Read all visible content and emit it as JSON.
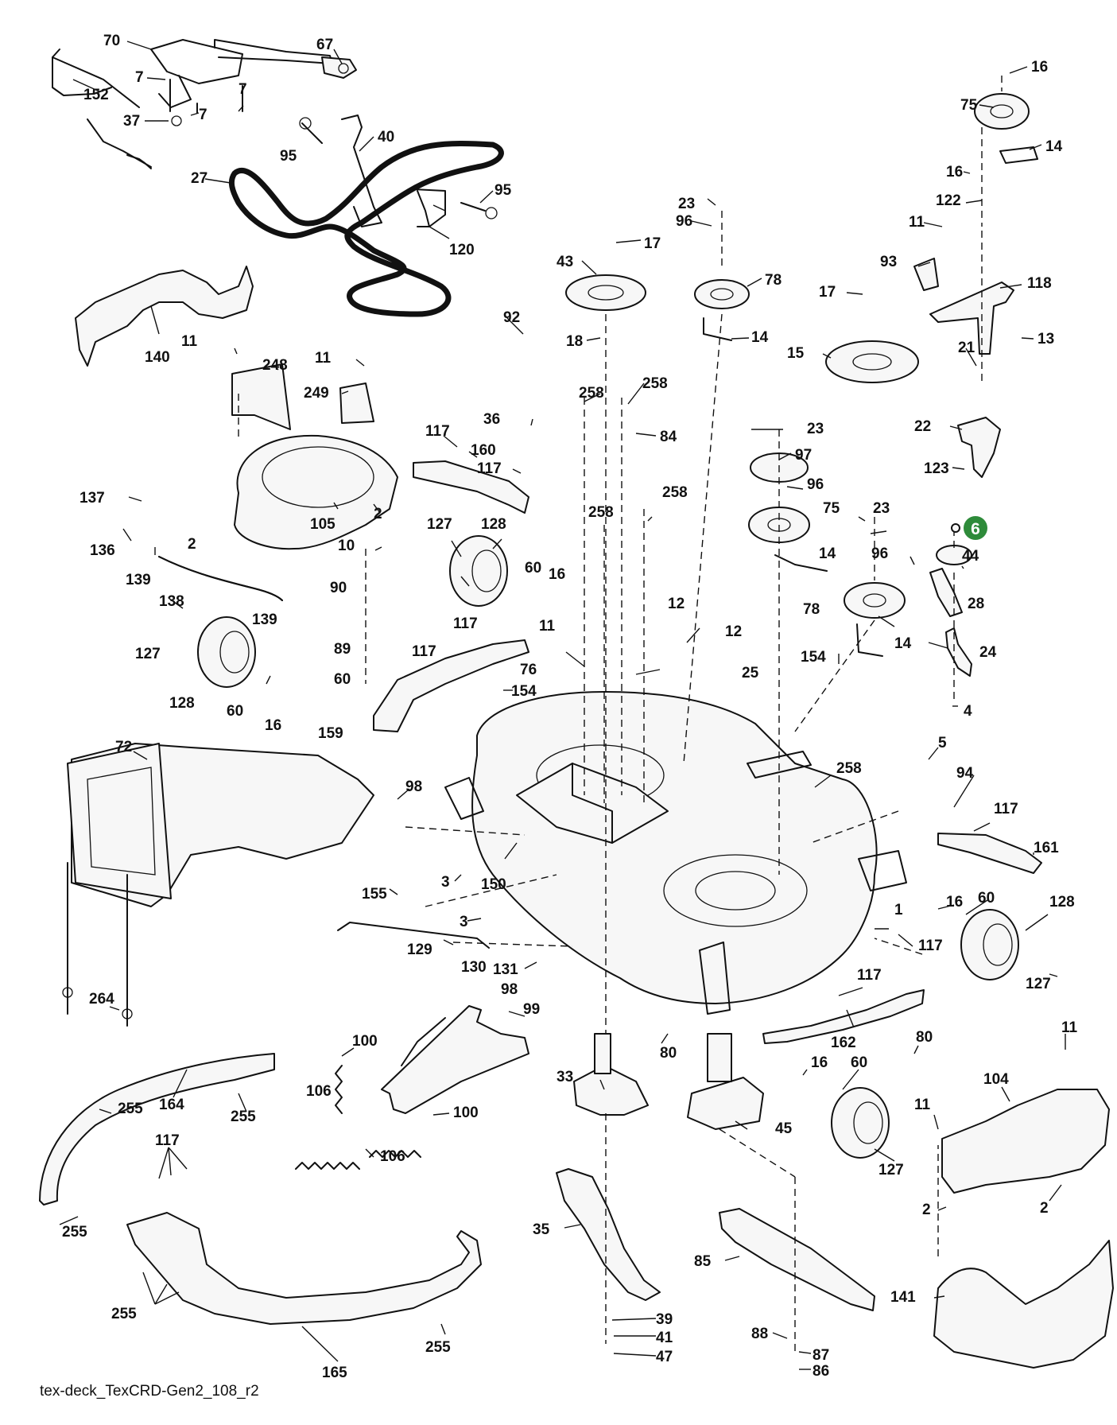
{
  "diagram_id": "tex-deck_TexCRD-Gen2_108_r2",
  "highlight": {
    "label": "6",
    "color": "#2e8b3a"
  },
  "parts": [
    {
      "id": "p70",
      "label": "70"
    },
    {
      "id": "p67",
      "label": "67"
    },
    {
      "id": "p7a",
      "label": "7"
    },
    {
      "id": "p7b",
      "label": "7"
    },
    {
      "id": "p7c",
      "label": "7"
    },
    {
      "id": "p152",
      "label": "152"
    },
    {
      "id": "p37",
      "label": "37"
    },
    {
      "id": "p95a",
      "label": "95"
    },
    {
      "id": "p40",
      "label": "40"
    },
    {
      "id": "p27",
      "label": "27"
    },
    {
      "id": "p95b",
      "label": "95"
    },
    {
      "id": "p120",
      "label": "120"
    },
    {
      "id": "p16a",
      "label": "16"
    },
    {
      "id": "p75a",
      "label": "75"
    },
    {
      "id": "p14a",
      "label": "14"
    },
    {
      "id": "p16b",
      "label": "16"
    },
    {
      "id": "p122",
      "label": "122"
    },
    {
      "id": "p11a",
      "label": "11"
    },
    {
      "id": "p93",
      "label": "93"
    },
    {
      "id": "p118",
      "label": "118"
    },
    {
      "id": "p23a",
      "label": "23"
    },
    {
      "id": "p17a",
      "label": "17"
    },
    {
      "id": "p43",
      "label": "43"
    },
    {
      "id": "p96a",
      "label": "96"
    },
    {
      "id": "p78a",
      "label": "78"
    },
    {
      "id": "p17b",
      "label": "17"
    },
    {
      "id": "p13",
      "label": "13"
    },
    {
      "id": "p140",
      "label": "140"
    },
    {
      "id": "p92",
      "label": "92"
    },
    {
      "id": "p18",
      "label": "18"
    },
    {
      "id": "p14b",
      "label": "14"
    },
    {
      "id": "p15",
      "label": "15"
    },
    {
      "id": "p21",
      "label": "21"
    },
    {
      "id": "p11b",
      "label": "11"
    },
    {
      "id": "p248",
      "label": "248"
    },
    {
      "id": "p11c",
      "label": "11"
    },
    {
      "id": "p249",
      "label": "249"
    },
    {
      "id": "p258a",
      "label": "258"
    },
    {
      "id": "p258b",
      "label": "258"
    },
    {
      "id": "p36",
      "label": "36"
    },
    {
      "id": "p84",
      "label": "84"
    },
    {
      "id": "p23b",
      "label": "23"
    },
    {
      "id": "p22",
      "label": "22"
    },
    {
      "id": "p117a",
      "label": "117"
    },
    {
      "id": "p160",
      "label": "160"
    },
    {
      "id": "p117b",
      "label": "117"
    },
    {
      "id": "p97",
      "label": "97"
    },
    {
      "id": "p123",
      "label": "123"
    },
    {
      "id": "p137",
      "label": "137"
    },
    {
      "id": "p105",
      "label": "105"
    },
    {
      "id": "p2a",
      "label": "2"
    },
    {
      "id": "p96b",
      "label": "96"
    },
    {
      "id": "p136",
      "label": "136"
    },
    {
      "id": "p258c",
      "label": "258"
    },
    {
      "id": "p258d",
      "label": "258"
    },
    {
      "id": "p75b",
      "label": "75"
    },
    {
      "id": "p23c",
      "label": "23"
    },
    {
      "id": "p127a",
      "label": "127"
    },
    {
      "id": "p128a",
      "label": "128"
    },
    {
      "id": "p139a",
      "label": "139"
    },
    {
      "id": "p2b",
      "label": "2"
    },
    {
      "id": "p10",
      "label": "10"
    },
    {
      "id": "p14c",
      "label": "14"
    },
    {
      "id": "p96c",
      "label": "96"
    },
    {
      "id": "p44",
      "label": "44"
    },
    {
      "id": "p60a",
      "label": "60"
    },
    {
      "id": "p16c",
      "label": "16"
    },
    {
      "id": "p90",
      "label": "90"
    },
    {
      "id": "p138",
      "label": "138"
    },
    {
      "id": "p139b",
      "label": "139"
    },
    {
      "id": "p12a",
      "label": "12"
    },
    {
      "id": "p28",
      "label": "28"
    },
    {
      "id": "p78b",
      "label": "78"
    },
    {
      "id": "p117c",
      "label": "117"
    },
    {
      "id": "p11d",
      "label": "11"
    },
    {
      "id": "p12b",
      "label": "12"
    },
    {
      "id": "p127b",
      "label": "127"
    },
    {
      "id": "p89",
      "label": "89"
    },
    {
      "id": "p117d",
      "label": "117"
    },
    {
      "id": "p14d",
      "label": "14"
    },
    {
      "id": "p24",
      "label": "24"
    },
    {
      "id": "p25",
      "label": "25"
    },
    {
      "id": "p76",
      "label": "76"
    },
    {
      "id": "p154a",
      "label": "154"
    },
    {
      "id": "p60b",
      "label": "60"
    },
    {
      "id": "p154b",
      "label": "154"
    },
    {
      "id": "p128b",
      "label": "128"
    },
    {
      "id": "p60c",
      "label": "60"
    },
    {
      "id": "p16d",
      "label": "16"
    },
    {
      "id": "p159",
      "label": "159"
    },
    {
      "id": "p4",
      "label": "4"
    },
    {
      "id": "p72",
      "label": "72"
    },
    {
      "id": "p5",
      "label": "5"
    },
    {
      "id": "p258e",
      "label": "258"
    },
    {
      "id": "p94",
      "label": "94"
    },
    {
      "id": "p98a",
      "label": "98"
    },
    {
      "id": "p117e",
      "label": "117"
    },
    {
      "id": "p161",
      "label": "161"
    },
    {
      "id": "p3a",
      "label": "3"
    },
    {
      "id": "p150",
      "label": "150"
    },
    {
      "id": "p155",
      "label": "155"
    },
    {
      "id": "p16e",
      "label": "16"
    },
    {
      "id": "p60d",
      "label": "60"
    },
    {
      "id": "p128c",
      "label": "128"
    },
    {
      "id": "p3b",
      "label": "3"
    },
    {
      "id": "p1",
      "label": "1"
    },
    {
      "id": "p129",
      "label": "129"
    },
    {
      "id": "p117f",
      "label": "117"
    },
    {
      "id": "p130",
      "label": "130"
    },
    {
      "id": "p131",
      "label": "131"
    },
    {
      "id": "p98b",
      "label": "98"
    },
    {
      "id": "p127c",
      "label": "127"
    },
    {
      "id": "p264",
      "label": "264"
    },
    {
      "id": "p117g",
      "label": "117"
    },
    {
      "id": "p99",
      "label": "99"
    },
    {
      "id": "p100a",
      "label": "100"
    },
    {
      "id": "p80a",
      "label": "80"
    },
    {
      "id": "p162",
      "label": "162"
    },
    {
      "id": "p80b",
      "label": "80"
    },
    {
      "id": "p11e",
      "label": "11"
    },
    {
      "id": "p33",
      "label": "33"
    },
    {
      "id": "p16f",
      "label": "16"
    },
    {
      "id": "p60e",
      "label": "60"
    },
    {
      "id": "p104",
      "label": "104"
    },
    {
      "id": "p164",
      "label": "164"
    },
    {
      "id": "p106a",
      "label": "106"
    },
    {
      "id": "p255a",
      "label": "255"
    },
    {
      "id": "p255b",
      "label": "255"
    },
    {
      "id": "p100b",
      "label": "100"
    },
    {
      "id": "p45",
      "label": "45"
    },
    {
      "id": "p11f",
      "label": "11"
    },
    {
      "id": "p106b",
      "label": "106"
    },
    {
      "id": "p127d",
      "label": "127"
    },
    {
      "id": "p117h",
      "label": "117"
    },
    {
      "id": "p2c",
      "label": "2"
    },
    {
      "id": "p2d",
      "label": "2"
    },
    {
      "id": "p255c",
      "label": "255"
    },
    {
      "id": "p35",
      "label": "35"
    },
    {
      "id": "p85",
      "label": "85"
    },
    {
      "id": "p141",
      "label": "141"
    },
    {
      "id": "p255d",
      "label": "255"
    },
    {
      "id": "p39",
      "label": "39"
    },
    {
      "id": "p41",
      "label": "41"
    },
    {
      "id": "p88",
      "label": "88"
    },
    {
      "id": "p87",
      "label": "87"
    },
    {
      "id": "p255e",
      "label": "255"
    },
    {
      "id": "p47",
      "label": "47"
    },
    {
      "id": "p86",
      "label": "86"
    },
    {
      "id": "p165",
      "label": "165"
    }
  ]
}
